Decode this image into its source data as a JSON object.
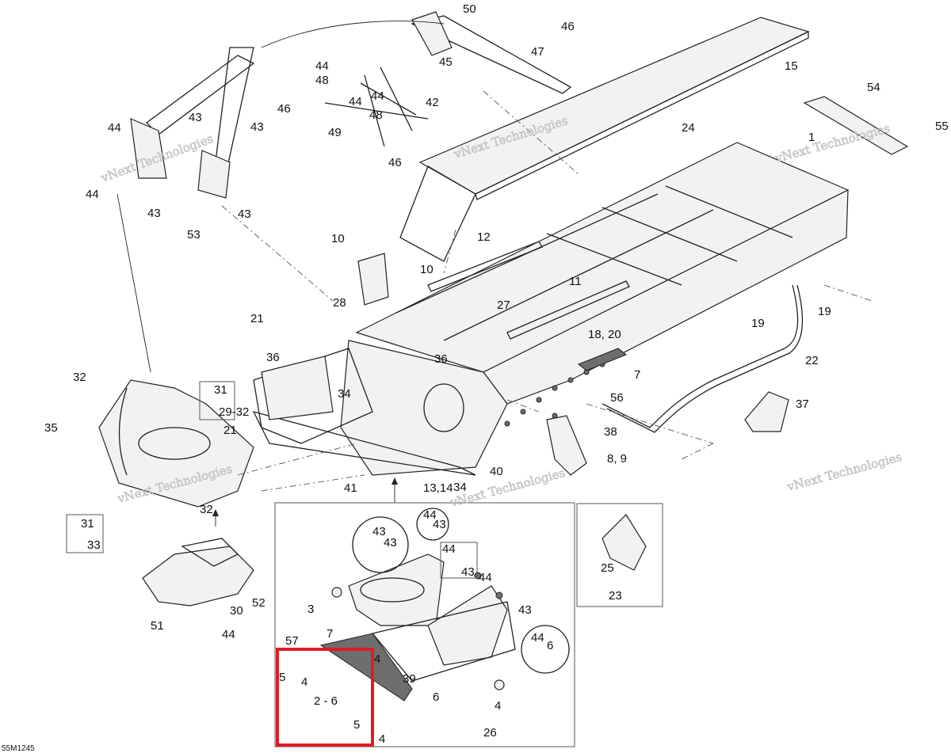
{
  "drawing_ref": "55M1245",
  "watermark": "vNext Technologies",
  "highlight_color": "#e01b24",
  "callouts": [
    {
      "id": "c50",
      "label": "50"
    },
    {
      "id": "c46a",
      "label": "46"
    },
    {
      "id": "c47",
      "label": "47"
    },
    {
      "id": "c15",
      "label": "15"
    },
    {
      "id": "c45",
      "label": "45"
    },
    {
      "id": "c44a",
      "label": "44"
    },
    {
      "id": "c48a",
      "label": "48"
    },
    {
      "id": "c44b",
      "label": "44"
    },
    {
      "id": "c44c",
      "label": "44"
    },
    {
      "id": "c48b",
      "label": "48"
    },
    {
      "id": "c46b",
      "label": "46"
    },
    {
      "id": "c49",
      "label": "49"
    },
    {
      "id": "c46c",
      "label": "46"
    },
    {
      "id": "c42",
      "label": "42"
    },
    {
      "id": "c43a",
      "label": "43"
    },
    {
      "id": "c44d",
      "label": "44"
    },
    {
      "id": "c43b",
      "label": "43"
    },
    {
      "id": "c44e",
      "label": "44"
    },
    {
      "id": "c43c",
      "label": "43"
    },
    {
      "id": "c43d",
      "label": "43"
    },
    {
      "id": "c53",
      "label": "53"
    },
    {
      "id": "c54",
      "label": "54"
    },
    {
      "id": "c55",
      "label": "55"
    },
    {
      "id": "c1",
      "label": "1"
    },
    {
      "id": "c24",
      "label": "24"
    },
    {
      "id": "c10a",
      "label": "10"
    },
    {
      "id": "c12",
      "label": "12"
    },
    {
      "id": "c10b",
      "label": "10"
    },
    {
      "id": "c11",
      "label": "11"
    },
    {
      "id": "c27",
      "label": "27"
    },
    {
      "id": "c28",
      "label": "28"
    },
    {
      "id": "c21a",
      "label": "21"
    },
    {
      "id": "c19a",
      "label": "19"
    },
    {
      "id": "c19b",
      "label": "19"
    },
    {
      "id": "c18",
      "label": "18, 20"
    },
    {
      "id": "c22",
      "label": "22"
    },
    {
      "id": "c7a",
      "label": "7"
    },
    {
      "id": "c36a",
      "label": "36"
    },
    {
      "id": "c36b",
      "label": "36"
    },
    {
      "id": "c34a",
      "label": "34"
    },
    {
      "id": "c32a",
      "label": "32"
    },
    {
      "id": "c31a",
      "label": "31"
    },
    {
      "id": "c2932",
      "label": "29-32"
    },
    {
      "id": "c35",
      "label": "35"
    },
    {
      "id": "c21b",
      "label": "21"
    },
    {
      "id": "c56",
      "label": "56"
    },
    {
      "id": "c37",
      "label": "37"
    },
    {
      "id": "c38",
      "label": "38"
    },
    {
      "id": "c89",
      "label": "8, 9"
    },
    {
      "id": "c40",
      "label": "40"
    },
    {
      "id": "c41",
      "label": "41"
    },
    {
      "id": "c1314",
      "label": "13,14"
    },
    {
      "id": "c34b",
      "label": "34"
    },
    {
      "id": "c32b",
      "label": "32"
    },
    {
      "id": "c31b",
      "label": "31"
    },
    {
      "id": "c33",
      "label": "33"
    },
    {
      "id": "c52",
      "label": "52"
    },
    {
      "id": "c30",
      "label": "30"
    },
    {
      "id": "c51",
      "label": "51"
    },
    {
      "id": "c44f",
      "label": "44"
    },
    {
      "id": "c43e",
      "label": "43"
    },
    {
      "id": "c43f",
      "label": "43"
    },
    {
      "id": "c44g",
      "label": "44"
    },
    {
      "id": "c43g",
      "label": "43"
    },
    {
      "id": "c44h",
      "label": "44"
    },
    {
      "id": "c43h",
      "label": "43"
    },
    {
      "id": "c44i",
      "label": "44"
    },
    {
      "id": "c43i",
      "label": "43"
    },
    {
      "id": "c44j",
      "label": "44"
    },
    {
      "id": "c6a",
      "label": "6"
    },
    {
      "id": "c3",
      "label": "3"
    },
    {
      "id": "c57",
      "label": "57"
    },
    {
      "id": "c7b",
      "label": "7"
    },
    {
      "id": "c4a",
      "label": "4"
    },
    {
      "id": "c5a",
      "label": "5"
    },
    {
      "id": "c4b",
      "label": "4"
    },
    {
      "id": "c39",
      "label": "39"
    },
    {
      "id": "c26",
      "label": "2 - 6"
    },
    {
      "id": "c6b",
      "label": "6"
    },
    {
      "id": "c4c",
      "label": "4"
    },
    {
      "id": "c5b",
      "label": "5"
    },
    {
      "id": "c4d",
      "label": "4"
    },
    {
      "id": "c26b",
      "label": "26"
    },
    {
      "id": "c25",
      "label": "25"
    },
    {
      "id": "c23",
      "label": "23"
    }
  ]
}
